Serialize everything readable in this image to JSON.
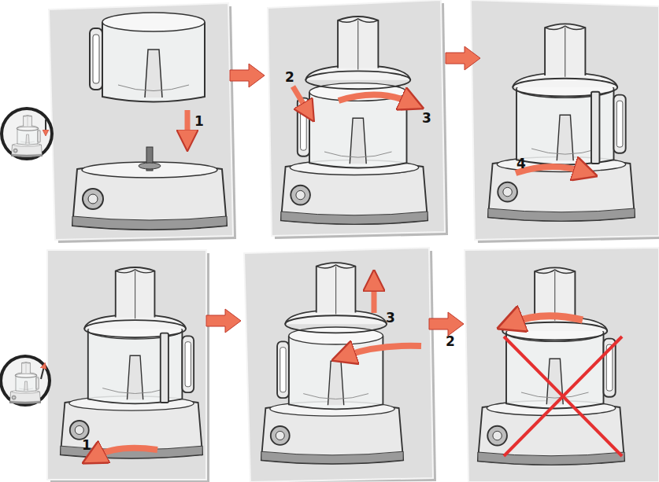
{
  "diagram": {
    "labels": [
      "1",
      "2",
      "3",
      "4",
      "1",
      "3",
      "2"
    ]
  }
}
